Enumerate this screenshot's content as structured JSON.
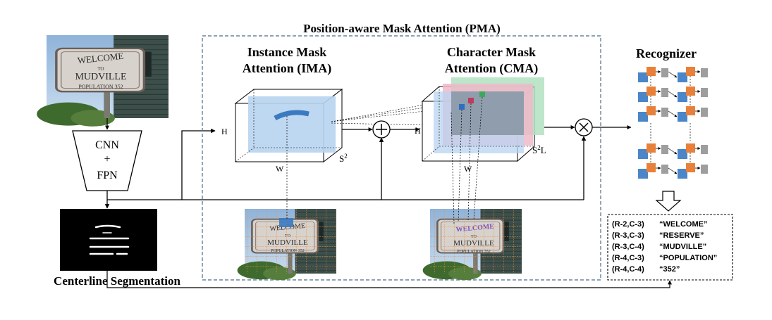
{
  "pma_title": "Position-aware Mask Attention (PMA)",
  "ima_title_line1": "Instance Mask",
  "ima_title_line2": "Attention (IMA)",
  "cma_title_line1": "Character Mask",
  "cma_title_line2": "Attention (CMA)",
  "recognizer_title": "Recognizer",
  "backbone_line1": "CNN",
  "backbone_line2": "+",
  "backbone_line3": "FPN",
  "segmentation_label": "Centerline Segmentation",
  "dims": {
    "ima_height": "H",
    "ima_width": "W",
    "ima_depth_base": "S",
    "ima_depth_exp": "2",
    "cma_height": "H",
    "cma_width": "W",
    "cma_depth_base": "S",
    "cma_depth_exp": "2",
    "cma_depth_suffix": "L"
  },
  "sign": {
    "line1": "WELCOME",
    "line2": "TO",
    "line3": "MUDVILLE",
    "line4": "POPULATION 352"
  },
  "results": [
    {
      "pos": "(R-2,C-3)",
      "word": "“WELCOME”"
    },
    {
      "pos": "(R-3,C-3)",
      "word": "“RESERVE”"
    },
    {
      "pos": "(R-3,C-4)",
      "word": "“MUDVILLE”"
    },
    {
      "pos": "(R-4,C-3)",
      "word": "“POPULATION”"
    },
    {
      "pos": "(R-4,C-4)",
      "word": "“352”"
    }
  ],
  "colors": {
    "blue": "#4a86c8",
    "orange": "#e8803a",
    "gray": "#9e9e9e",
    "dash_frame": "#4a6a8a",
    "mask_blue": "#b8d4f0",
    "mask_red": "#f0b8c8",
    "mask_green": "#b0e0c0",
    "grid_orange": "#e89048"
  }
}
